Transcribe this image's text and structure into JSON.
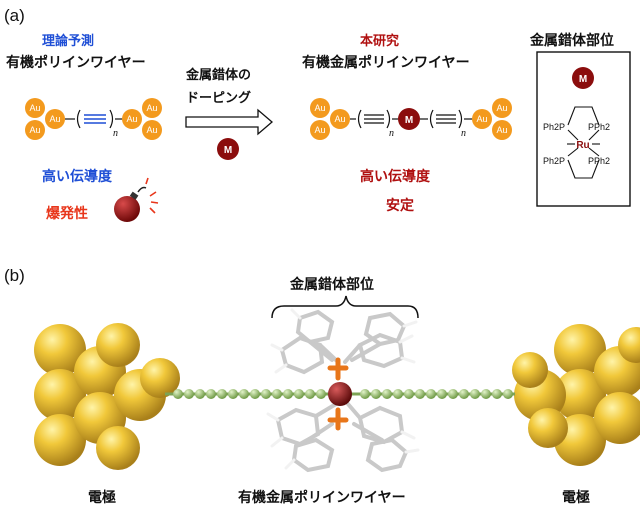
{
  "panel_a": {
    "label": "(a)",
    "left": {
      "prediction": "理論予測",
      "title": "有機ポリインワイヤー",
      "conductivity": "高い伝導度",
      "explosive": "爆発性"
    },
    "arrow": {
      "line1": "金属錯体の",
      "line2": "ドーピング"
    },
    "right": {
      "this_work": "本研究",
      "title": "有機金属ポリインワイヤー",
      "conductivity": "高い伝導度",
      "stable": "安定"
    },
    "box": {
      "title": "金属錯体部位",
      "metal": "M",
      "center": "Ru",
      "ligand": "Ph2P",
      "ligand_r": "PPh2"
    },
    "gold": "Au",
    "metal": "M",
    "n": "n"
  },
  "panel_b": {
    "label": "(b)",
    "complex_label": "金属錯体部位",
    "electrode_left": "電極",
    "electrode_right": "電極",
    "wire_label": "有機金属ポリインワイヤー"
  },
  "colors": {
    "gold_orange": "#f39a1e",
    "metal": "#8b0d0d",
    "blue": "#1f4fd6",
    "red": "#b01010",
    "electrode": "#e0b51e",
    "carbon": "#8fb86a"
  }
}
